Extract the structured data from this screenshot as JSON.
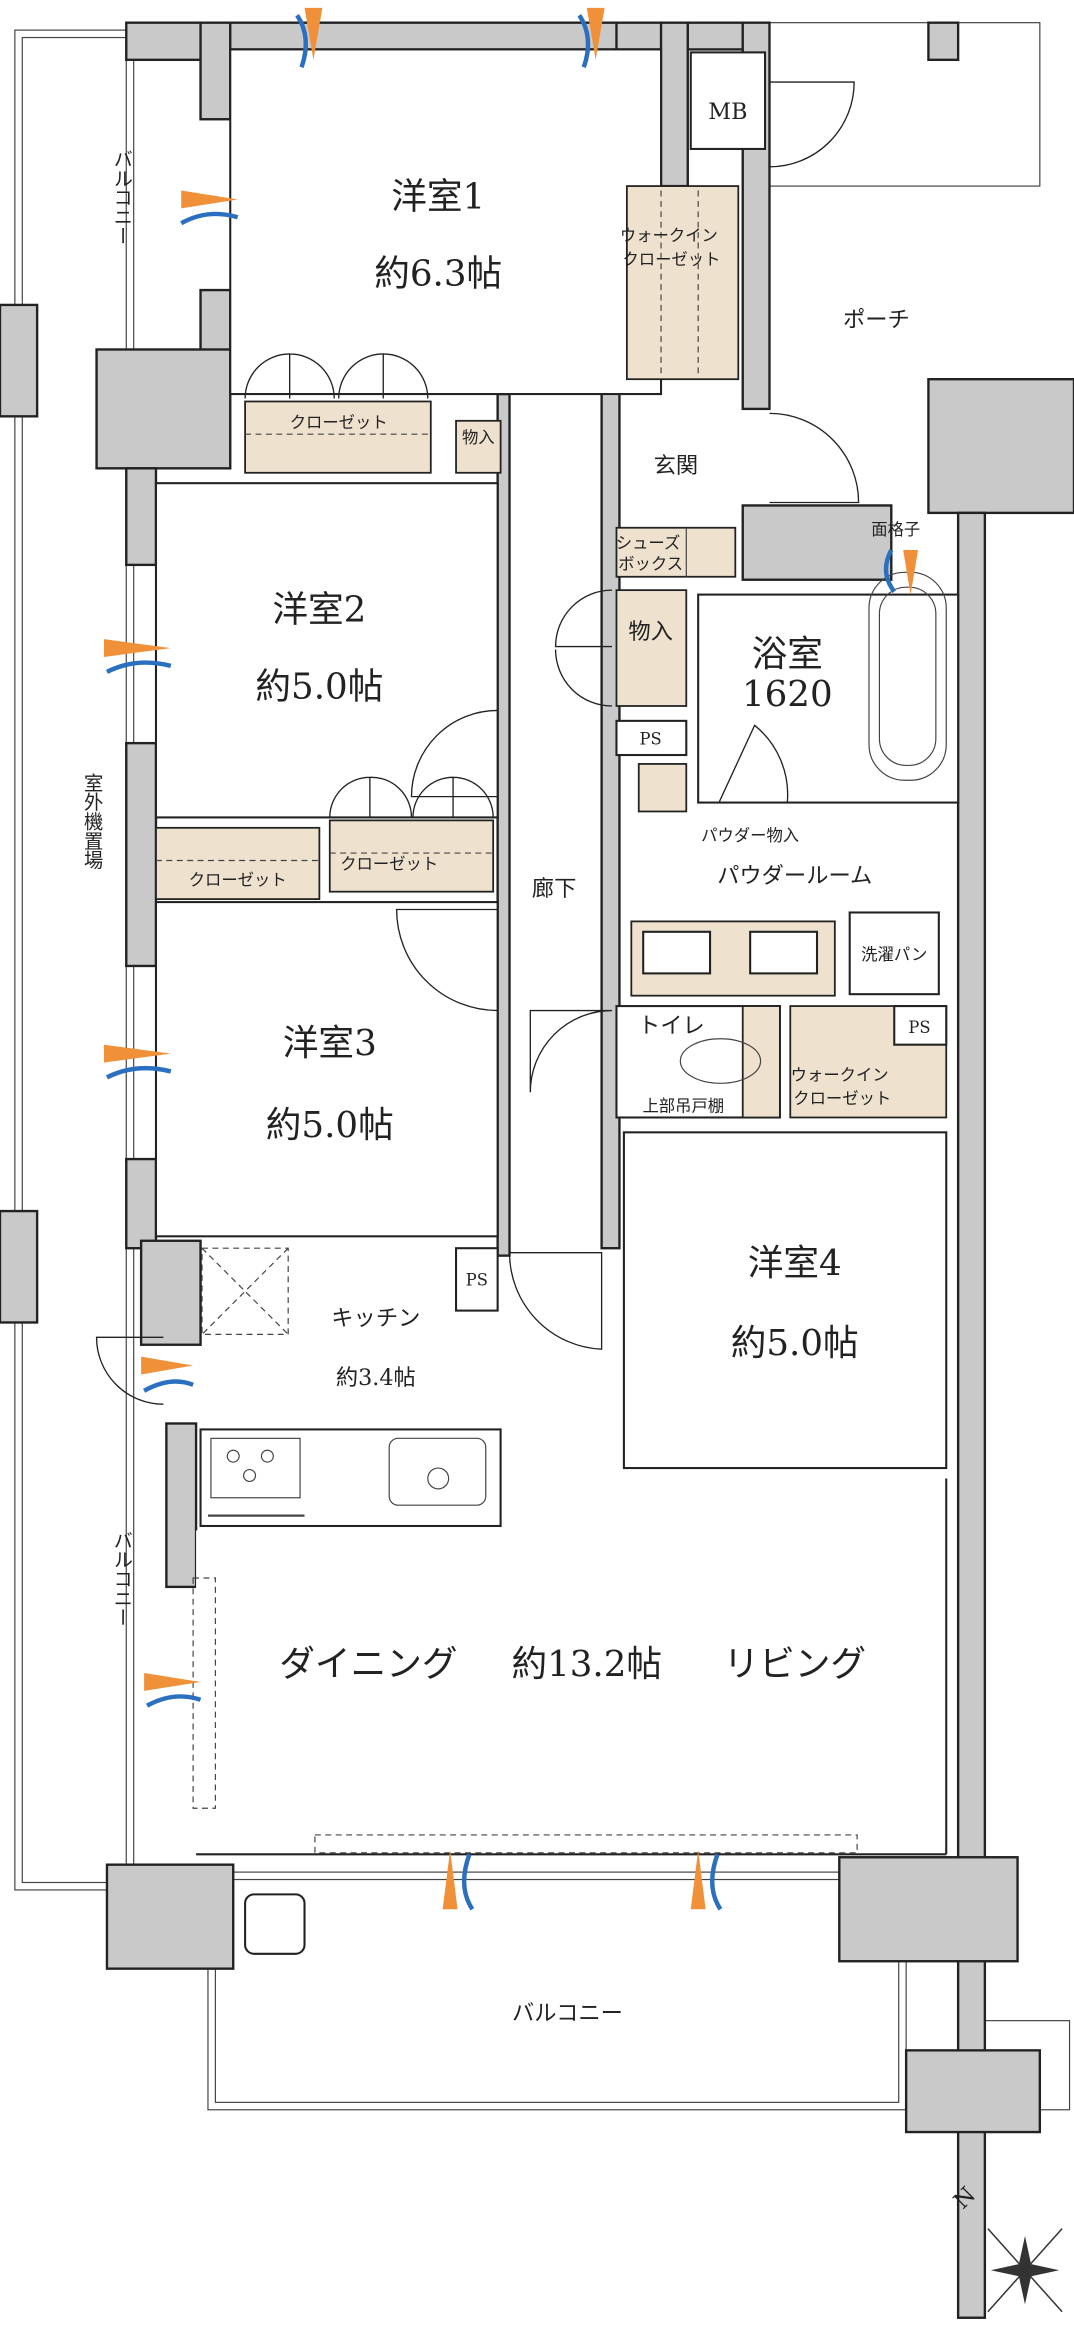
{
  "floor_plan": {
    "rooms": {
      "western1": {
        "name": "洋室1",
        "size": "約6.3帖"
      },
      "western2": {
        "name": "洋室2",
        "size": "約5.0帖"
      },
      "western3": {
        "name": "洋室3",
        "size": "約5.0帖"
      },
      "western4": {
        "name": "洋室4",
        "size": "約5.0帖"
      },
      "kitchen": {
        "name": "キッチン",
        "size": "約3.4帖"
      },
      "ldk": {
        "dining": "ダイニング",
        "size": "約13.2帖",
        "living": "リビング"
      },
      "bath": {
        "name": "浴室",
        "size": "1620"
      },
      "powder_room": "パウダールーム",
      "powder_storage": "パウダー物入",
      "washer_pan": "洗濯パン",
      "toilet": "トイレ",
      "upper_cabinet": "上部吊戸棚",
      "entrance": "玄関",
      "corridor": "廊下",
      "porch": "ポーチ",
      "meter_box": "MB",
      "shoe_box": [
        "シューズ",
        "ボックス"
      ],
      "lattice": "面格子"
    },
    "storage": {
      "closet": "クローゼット",
      "storage": "物入",
      "walk_in_closet_1": [
        "ウォークイン",
        "クローゼット"
      ],
      "walk_in_closet_2": [
        "ウォークイン",
        "クローゼット"
      ],
      "walk_in_closet_1_vertical": [
        "ウォ",
        "ー",
        "ク",
        "イン",
        "クロ",
        "ー",
        "ゼ",
        "ット"
      ],
      "pipe_space": "PS"
    },
    "balconies": {
      "left_top": "バルコニー",
      "left_middle": "室外機置場",
      "left_bottom": "バルコニー",
      "bottom": "バルコニー"
    },
    "compass": {
      "north": "N"
    },
    "colors": {
      "wall": "#c9c9c9",
      "storage": "#eee2cf",
      "ventilation_in": "#f0913a",
      "ventilation_out": "#2a6fc0"
    }
  }
}
